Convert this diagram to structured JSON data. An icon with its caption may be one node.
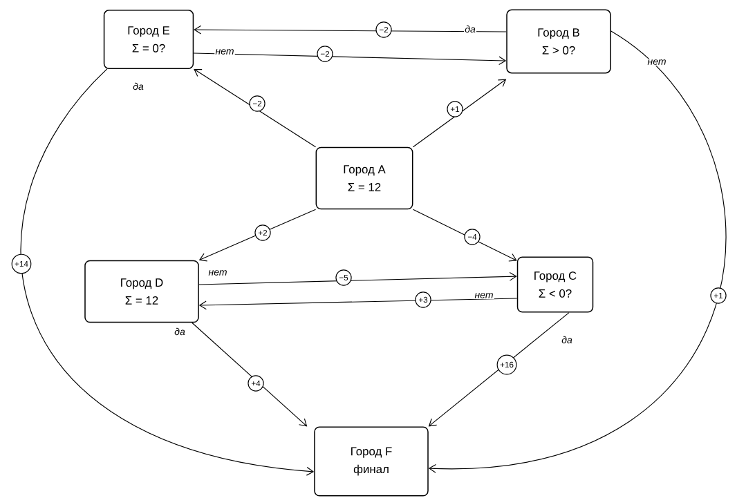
{
  "diagram": {
    "nodes": [
      {
        "text": [
          "Город E",
          "Σ = 0?"
        ]
      },
      {
        "text": [
          "Город B",
          "Σ > 0?"
        ]
      },
      {
        "text": [
          "Город A",
          "Σ = 12"
        ]
      },
      {
        "text": [
          "Город D",
          "Σ = 12"
        ]
      },
      {
        "text": [
          "Город C",
          "Σ < 0?"
        ]
      },
      {
        "text": [
          "Город F",
          "финал"
        ]
      }
    ],
    "edges": [
      {
        "from": 1,
        "to": 0,
        "arrow": "to",
        "label": "−2"
      },
      {
        "from": 0,
        "to": 1,
        "arrow": "to",
        "label": "−2"
      },
      {
        "from": 2,
        "to": 0,
        "arrow": "to",
        "label": "−2"
      },
      {
        "from": 2,
        "to": 1,
        "arrow": "to",
        "label": "+1"
      },
      {
        "from": 2,
        "to": 3,
        "arrow": "to",
        "label": "+2"
      },
      {
        "from": 2,
        "to": 4,
        "arrow": "to",
        "label": "−4"
      },
      {
        "from": 3,
        "to": 4,
        "arrow": "to",
        "label": "−5"
      },
      {
        "from": 4,
        "to": 3,
        "arrow": "to",
        "label": "+3"
      },
      {
        "from": 3,
        "to": 5,
        "arrow": "to",
        "label": "+4"
      },
      {
        "from": 4,
        "to": 5,
        "arrow": "to",
        "label": "+16"
      },
      {
        "from": 0,
        "to": 5,
        "arrow": "to",
        "label": "+14"
      },
      {
        "from": 1,
        "to": 5,
        "arrow": "to",
        "label": "+1"
      }
    ],
    "labels": [
      "да",
      "нет",
      "нет",
      "да",
      "нет",
      "нет",
      "да",
      "да"
    ]
  }
}
